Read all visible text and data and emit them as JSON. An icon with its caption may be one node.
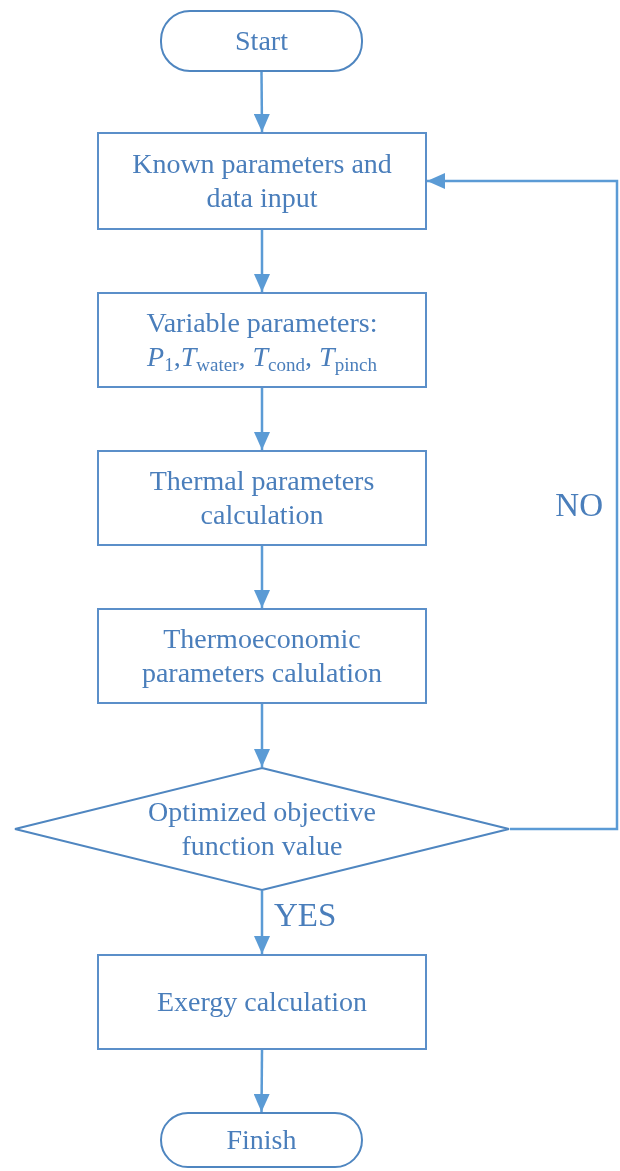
{
  "diagram": {
    "nodes": [
      {
        "text": [
          "Start"
        ]
      },
      {
        "text": [
          "Known parameters and data input"
        ]
      },
      {
        "text": [
          "Variable parameters: *P*$_{1}$,*T*$_{water}$, *T*$_{cond}$, *T*$_{pinch}$"
        ]
      },
      {
        "text": [
          "Thermal parameters calculation"
        ]
      },
      {
        "text": [
          "Thermoeconomic parameters calulation"
        ]
      },
      {
        "text": [
          "Optimized objective function value"
        ]
      },
      {
        "text": [
          "Exergy calculation"
        ]
      },
      {
        "text": [
          "Finish"
        ]
      }
    ],
    "edges": [
      {
        "from": 0,
        "to": 1,
        "arrow": "to"
      },
      {
        "from": 1,
        "to": 2,
        "arrow": "to"
      },
      {
        "from": 2,
        "to": 3,
        "arrow": "to"
      },
      {
        "from": 3,
        "to": 4,
        "arrow": "to"
      },
      {
        "from": 4,
        "to": 5,
        "arrow": "to"
      },
      {
        "from": 5,
        "to": 6,
        "arrow": "to",
        "label": "YES"
      },
      {
        "from": 5,
        "to": 1,
        "arrow": "to",
        "label": "NO"
      },
      {
        "from": 6,
        "to": 7,
        "arrow": "to"
      }
    ]
  }
}
